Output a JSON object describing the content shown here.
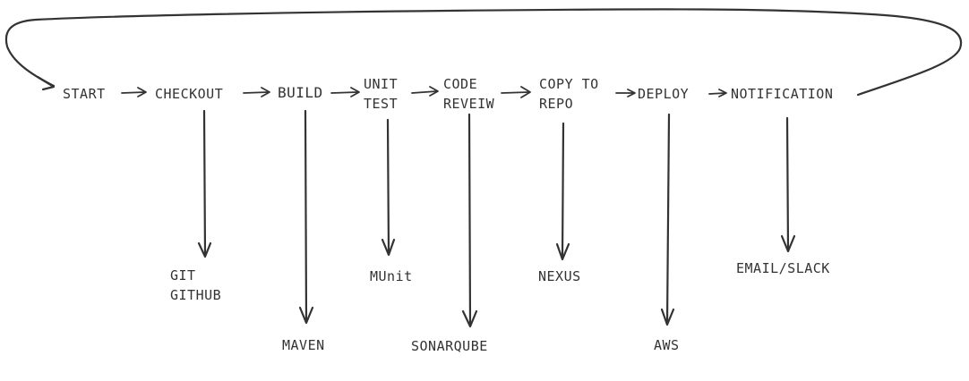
{
  "flow": {
    "start": "START",
    "checkout": "CHECKOUT",
    "build": "BUILD",
    "unit_test": [
      "UNIT",
      "TEST"
    ],
    "code_review": [
      "CODE",
      "REVEIW"
    ],
    "copy_to_repo": [
      "COPY TO",
      "REPO"
    ],
    "deploy": "DEPLOY",
    "notification": "NOTIFICATION"
  },
  "tools": {
    "git": [
      "GIT",
      "GITHUB"
    ],
    "maven": "MAVEN",
    "munit": "MUnit",
    "sonarqube": "SONARQUBE",
    "nexus": "NEXUS",
    "aws": "AWS",
    "email_slack": "EMAIL/SLACK"
  }
}
